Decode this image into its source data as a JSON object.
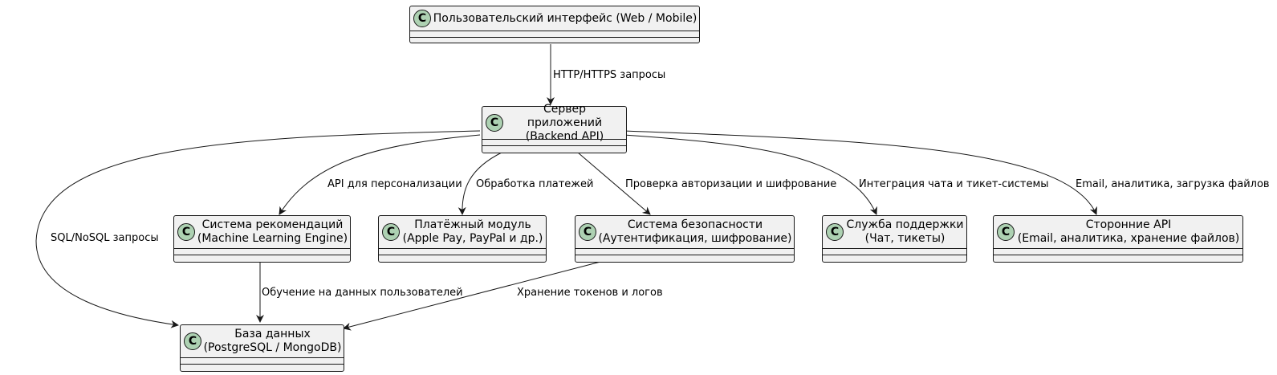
{
  "classes": {
    "ui": {
      "stereotype": "C",
      "name": "Пользовательский интерфейс (Web / Mobile)"
    },
    "server": {
      "stereotype": "C",
      "name": "Сервер приложений\n(Backend API)"
    },
    "reco": {
      "stereotype": "C",
      "name": "Система рекомендаций\n(Machine Learning Engine)"
    },
    "pay": {
      "stereotype": "C",
      "name": "Платёжный модуль\n(Apple Pay, PayPal и др.)"
    },
    "sec": {
      "stereotype": "C",
      "name": "Система безопасности\n(Аутентификация, шифрование)"
    },
    "support": {
      "stereotype": "C",
      "name": "Служба поддержки\n(Чат, тикеты)"
    },
    "ext": {
      "stereotype": "C",
      "name": "Сторонние API\n(Email, аналитика, хранение файлов)"
    },
    "db": {
      "stereotype": "C",
      "name": "База данных\n(PostgreSQL / MongoDB)"
    }
  },
  "edges": {
    "ui_server": "HTTP/HTTPS запросы",
    "server_db": "SQL/NoSQL запросы",
    "server_reco": "API для персонализации",
    "server_pay": "Обработка платежей",
    "server_sec": "Проверка авторизации и шифрование",
    "server_support": "Интеграция чата и тикет-системы",
    "server_ext": "Email, аналитика, загрузка файлов",
    "reco_db": "Обучение на данных пользователей",
    "sec_db": "Хранение токенов и логов"
  },
  "colors": {
    "box_fill": "#f1f1f1",
    "stereotype_fill": "#add1b2",
    "line": "#181818"
  }
}
